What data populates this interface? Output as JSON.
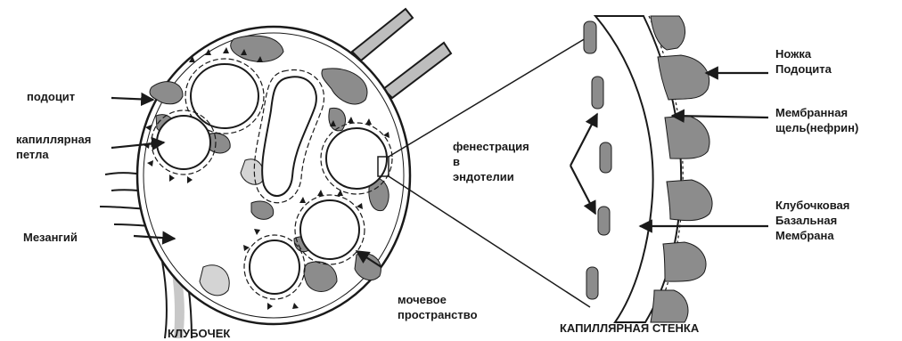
{
  "labels": {
    "podocyte": "подоцит",
    "capillary_loop": [
      "капиллярная",
      "петла"
    ],
    "mesangium": "Мезангий",
    "urinary_space": [
      "мочевое",
      "пространство"
    ],
    "glomerulus_title": "КЛУБОЧЕК",
    "fenestration": [
      "фенестрация",
      "в",
      "эндотелии"
    ],
    "capillary_wall_title": "КАПИЛЛЯРНАЯ СТЕНКА",
    "podocyte_foot": [
      "Ножка",
      "Подоцита"
    ],
    "slit_membrane": [
      "Мембранная",
      "щель(нефрин)"
    ],
    "gbm": [
      "Клубочковая",
      "Базальная",
      "Мембрана"
    ]
  },
  "colors": {
    "outline": "#1a1a1a",
    "podocyte_gray": "#8c8c8c",
    "light_gray": "#c8c8c8",
    "background": "#ffffff"
  }
}
